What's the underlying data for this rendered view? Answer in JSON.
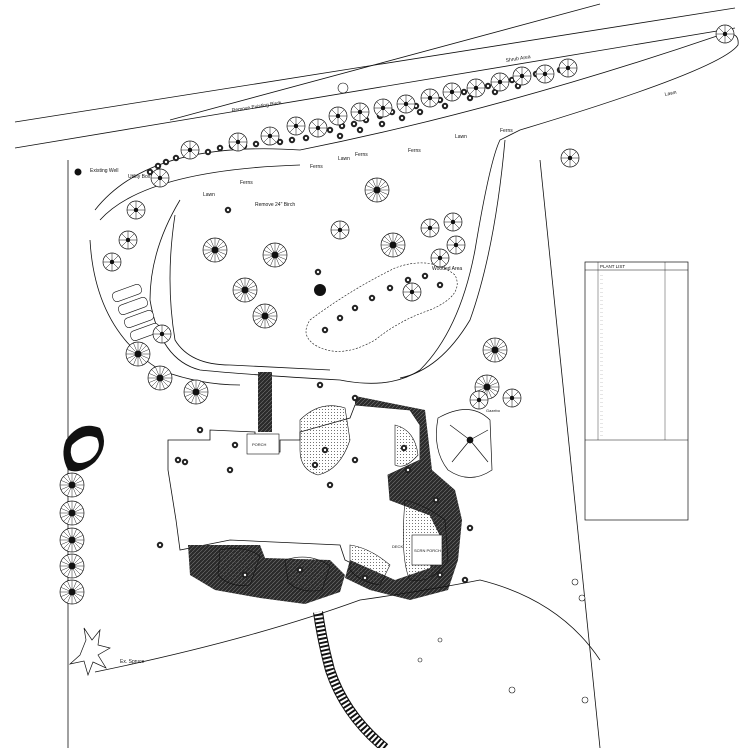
{
  "labels": {
    "remove_existing_birch": "Remove Existing Birch",
    "shrub_area": "Shrub Area",
    "lawn_top": "Lawn",
    "ferns_1": "Ferns",
    "ferns_2": "Ferns",
    "ferns_3": "Ferns",
    "ferns_4": "Ferns",
    "ferns_5": "Ferns",
    "lawn_1": "Lawn",
    "lawn_2": "Lawn",
    "lawn_3": "Lawn",
    "utility_box": "Utility Box",
    "existing_well": "Existing Well",
    "remove_birch": "Remove 24\" Birch",
    "wooded_area": "Wooded Area",
    "porch_top": "PORCH",
    "porch_screened": "SCRN PORCH",
    "deck": "DECK",
    "gazebo": "Gazebo",
    "spruce": "Ex. Spruce"
  },
  "legend": {
    "heading": "PLANT LIST",
    "rows": [
      "...",
      "...",
      "...",
      "...",
      "...",
      "...",
      "...",
      "...",
      "...",
      "...",
      "...",
      "...",
      "...",
      "...",
      "...",
      "...",
      "...",
      "...",
      "...",
      "...",
      "...",
      "...",
      "...",
      "...",
      "...",
      "...",
      "...",
      "...",
      "...",
      "...",
      "...",
      "...",
      "...",
      "...",
      "...",
      "...",
      "...",
      "...",
      "...",
      "..."
    ]
  },
  "colors": {
    "line": "#111111",
    "paving": "#2a2a2a",
    "background": "#ffffff"
  }
}
